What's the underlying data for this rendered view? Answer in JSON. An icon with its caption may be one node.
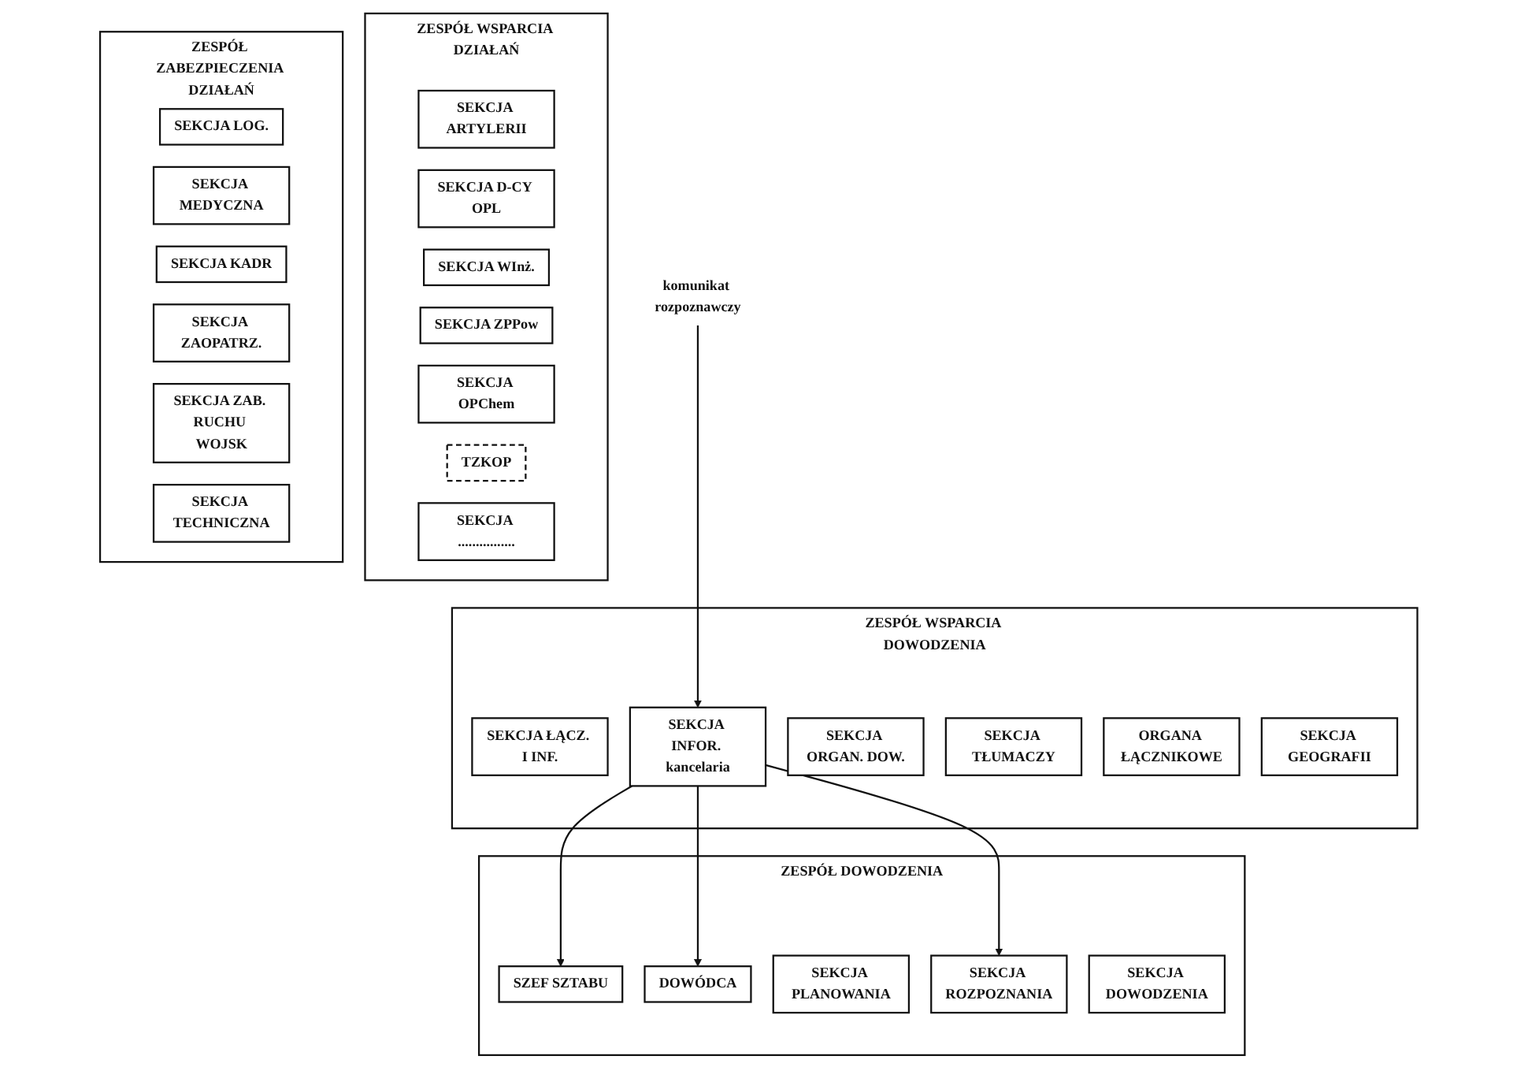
{
  "diagram": {
    "nodes": [
      {
        "text": [
          "ZESPÓŁ DOWODZENIA"
        ]
      },
      {
        "text": [
          "SZEF SZTABU"
        ],
        "in": 0
      },
      {
        "text": [
          "DOWÓDCA"
        ],
        "in": 0
      },
      {
        "text": [
          "SEKCJA PLANOWANIA"
        ],
        "in": 0
      },
      {
        "text": [
          "SEKCJA DOWODZENIA"
        ],
        "in": 0
      },
      {
        "text": [
          "SEKCJA ROZPOZNANIA"
        ],
        "in": 0
      },
      {
        "text": [
          "ZESPÓŁ WSPARCIA DOWODZENIA"
        ]
      },
      {
        "text": [
          "SEKCJA ŁĄCZ. I INF."
        ],
        "in": 6
      },
      {
        "text": [
          "SEKCJA INFOR. kancelaria"
        ],
        "in": 6
      },
      {
        "text": [
          "SEKCJA ORGAN. DOW."
        ],
        "in": 6
      },
      {
        "text": [
          "SEKCJA TŁUMACZY"
        ],
        "in": 6
      },
      {
        "text": [
          "ORGANA ŁĄCZNIKOWE"
        ],
        "in": 6
      },
      {
        "text": [
          "SEKCJA GEOGRAFII"
        ],
        "in": 6
      },
      {
        "text": [
          "komunikat rozpoznawczy"
        ]
      },
      {
        "text": [
          "ZESPÓŁ WSPARCIA DZIAŁAŃ"
        ]
      },
      {
        "text": [
          "SEKCJA ARTYLERII"
        ],
        "in": 14
      },
      {
        "text": [
          "SEKCJA D-CY OPL"
        ],
        "in": 14
      },
      {
        "text": [
          "SEKCJA WInż."
        ],
        "in": 14
      },
      {
        "text": [
          "SEKCJA ZPPow"
        ],
        "in": 14
      },
      {
        "text": [
          "SEKCJA OPChem"
        ],
        "in": 14
      },
      {
        "text": [
          "TZKOP"
        ],
        "in": 14
      },
      {
        "text": [
          "SEKCJA ................"
        ],
        "in": 14
      },
      {
        "text": [
          "ZESPÓŁ ZABEZPIECZENIA DZIAŁAŃ"
        ]
      },
      {
        "text": [
          "SEKCJA LOG."
        ],
        "in": 22
      },
      {
        "text": [
          "SEKCJA MEDYCZNA"
        ],
        "in": 22
      },
      {
        "text": [
          "SEKCJA KADR"
        ],
        "in": 22
      },
      {
        "text": [
          "SEKCJA ZAOPATRZ."
        ],
        "in": 22
      },
      {
        "text": [
          "SEKCJA ZAB. RUCHU WOJSK"
        ],
        "in": 22
      },
      {
        "text": [
          "SEKCJA TECHNICZNA"
        ],
        "in": 22
      }
    ],
    "edges": [
      {
        "from": 13,
        "to": 8,
        "arrow": "to"
      },
      {
        "from": 8,
        "to": 1,
        "arrow": "to"
      },
      {
        "from": 8,
        "to": 2,
        "arrow": "to"
      },
      {
        "from": 8,
        "to": 5,
        "arrow": "to"
      }
    ]
  }
}
